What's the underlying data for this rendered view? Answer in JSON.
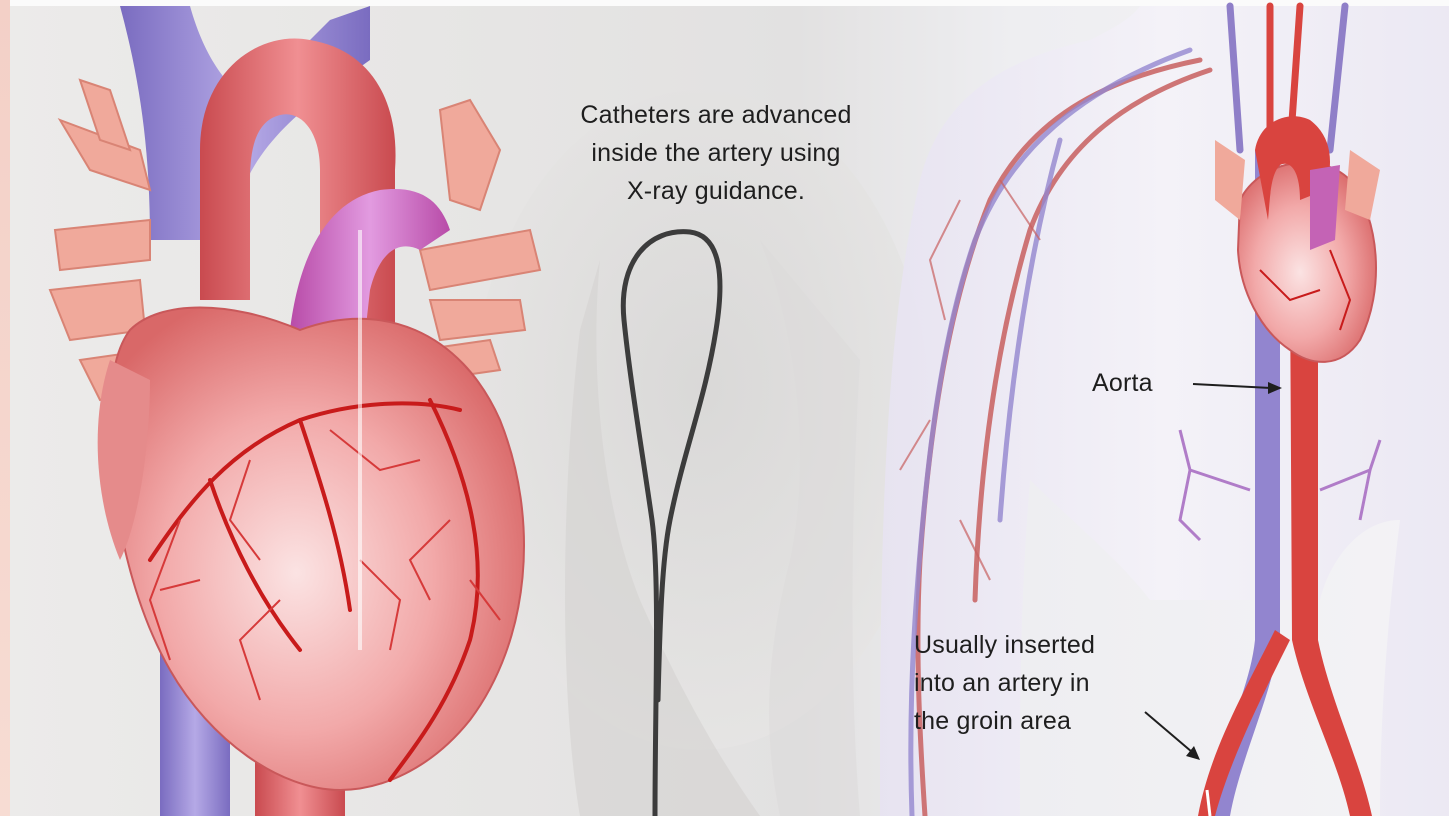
{
  "labels": {
    "catheter_note": {
      "lines": [
        "Catheters are advanced",
        "inside the artery using",
        "X-ray guidance."
      ]
    },
    "aorta": "Aorta",
    "insertion_note": {
      "lines": [
        "Usually inserted",
        "into an artery in",
        "the groin area"
      ]
    }
  },
  "colors": {
    "artery_red": "#d9443f",
    "vein_purple": "#8f7fc8",
    "heart_pink": "#ee9a9a",
    "catheter_gray": "#3c3c3c"
  }
}
